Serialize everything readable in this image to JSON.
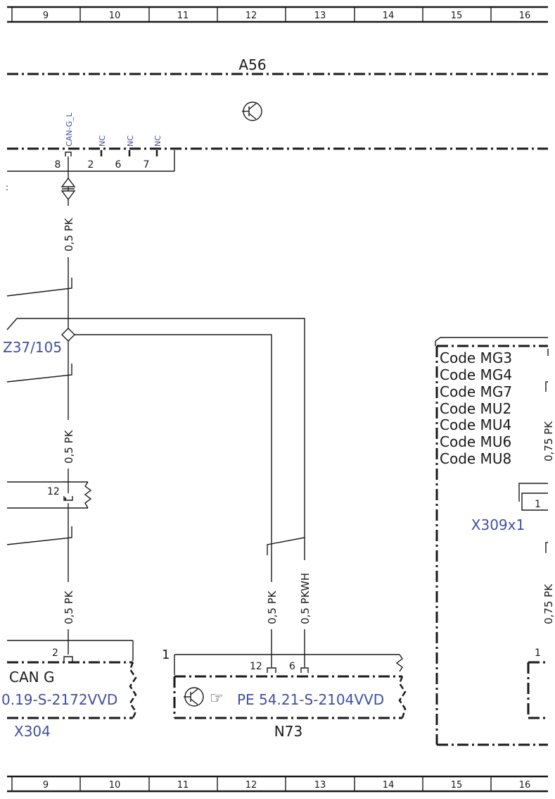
{
  "grid": {
    "columns": [
      "9",
      "10",
      "11",
      "12",
      "13",
      "14",
      "15",
      "16"
    ]
  },
  "title": "A56",
  "connector_top": {
    "signal_labels": [
      "CAN-G_L",
      "NC",
      "NC",
      "NC"
    ],
    "pins": [
      "8",
      "2",
      "6",
      "7"
    ],
    "left_mark": ":"
  },
  "wires": {
    "w1": "0,5 PK",
    "w2": "0,5 PK",
    "w3": "0,5 PK",
    "w4": "0,5 PK",
    "w5": "0,5 PKWH",
    "w6": "0,75 PK",
    "w7": "0,75 PK"
  },
  "splice_label": "Z37/105",
  "pin_12_left": "12",
  "x304": {
    "pin": "2",
    "label": "CAN G",
    "ref": "0.19-S-2172VVD",
    "name": "X304"
  },
  "n73": {
    "corner_pin": "1",
    "pin_a": "12",
    "pin_b": "6",
    "ref": "PE 54.21-S-2104VVD",
    "hand": "☞",
    "name": "N73"
  },
  "codes": [
    "Code MG3",
    "Code MG4",
    "Code MG7",
    "Code MU2",
    "Code MU4",
    "Code MU6",
    "Code MU8"
  ],
  "x309": {
    "pin": "1",
    "name": "X309x1",
    "lower_pin": "1"
  },
  "colors": {
    "line": "#1a1a1a",
    "blue": "#4050a0"
  }
}
